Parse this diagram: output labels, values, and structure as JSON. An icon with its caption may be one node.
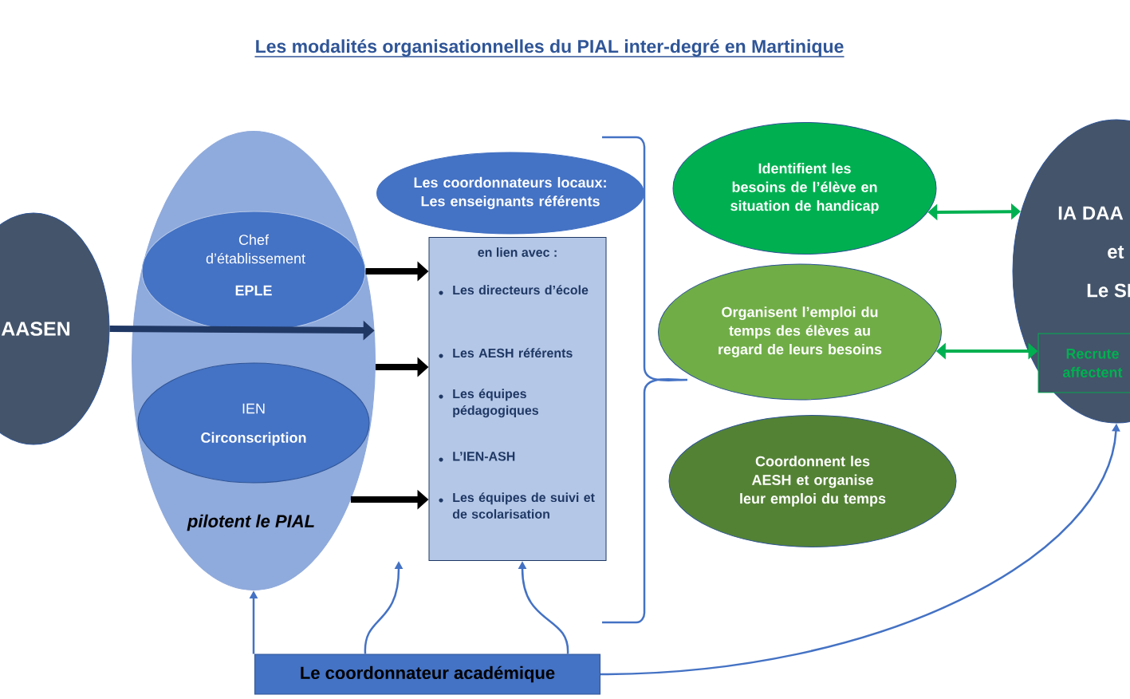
{
  "diagram": {
    "title": "Les modalités organisationnelles du PIAL inter-degré en Martinique",
    "nodes": [
      {
        "text": [
          "AASEN"
        ]
      },
      {
        "text": [
          "pilotent le PIAL"
        ]
      },
      {
        "text": [
          "Chef d’établissement",
          "EPLE"
        ],
        "in": 1
      },
      {
        "text": [
          "IEN",
          "Circonscription"
        ],
        "in": 1
      },
      {
        "text": [
          "Les coordonnateurs locaux: Les enseignants référents"
        ]
      },
      {
        "text": [
          "en lien avec :",
          "Les directeurs d’école",
          "Les AESH référents",
          "Les équipes pédagogiques",
          "L’IEN-ASH",
          "Les équipes de suivi et de scolarisation"
        ]
      },
      {
        "text": [
          "Identifient les besoins de l’élève en situation de handicap"
        ]
      },
      {
        "text": [
          "Organisent l’emploi du temps des élèves au regard de leurs besoins"
        ]
      },
      {
        "text": [
          "Coordonnent les AESH et organise leur emploi du temps"
        ]
      },
      {
        "text": [
          "IA DAA",
          "et",
          "Le SI"
        ]
      },
      {
        "text": [
          "Recrute affectent"
        ],
        "in": 9
      },
      {
        "text": [
          "Le coordonnateur académique"
        ]
      }
    ],
    "edges": [
      {
        "from": 0,
        "to": 1,
        "arrow": "to",
        "style": "thick",
        "color": "#203864"
      },
      {
        "from": 2,
        "to": 5,
        "arrow": "to",
        "style": "thick",
        "color": "#000000"
      },
      {
        "from": 1,
        "to": 5,
        "arrow": "to",
        "style": "thick",
        "color": "#000000"
      },
      {
        "from": 1,
        "to": 5,
        "arrow": "to",
        "style": "thick",
        "color": "#000000"
      },
      {
        "from": 6,
        "to": 9,
        "arrow": "both",
        "color": "#00b050"
      },
      {
        "from": 7,
        "to": 10,
        "arrow": "both",
        "color": "#00b050"
      },
      {
        "from": 11,
        "to": 1,
        "arrow": "to"
      },
      {
        "from": 11,
        "to": 5,
        "arrow": "to"
      },
      {
        "from": 11,
        "to": 5,
        "arrow": "to"
      },
      {
        "from": 11,
        "to": 9,
        "arrow": "to"
      }
    ]
  }
}
